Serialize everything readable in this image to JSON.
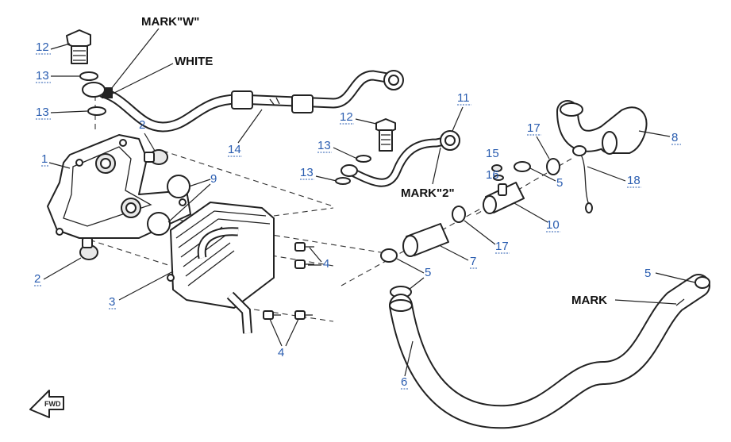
{
  "annotations": {
    "mark_w": "MARK\"W\"",
    "white": "WHITE",
    "mark_2": "MARK\"2\"",
    "mark": "MARK",
    "fwd": "FWD"
  },
  "callouts": {
    "c1": "1",
    "c2a": "2",
    "c2b": "2",
    "c3": "3",
    "c4a": "4",
    "c4b": "4",
    "c5a": "5",
    "c5b": "5",
    "c5c": "5",
    "c6": "6",
    "c7": "7",
    "c8": "8",
    "c9": "9",
    "c10": "10",
    "c11": "11",
    "c12a": "12",
    "c12b": "12",
    "c13a": "13",
    "c13b": "13",
    "c13c": "13",
    "c13d": "13",
    "c14": "14",
    "c15": "15",
    "c16": "16",
    "c17a": "17",
    "c17b": "17",
    "c18": "18"
  }
}
